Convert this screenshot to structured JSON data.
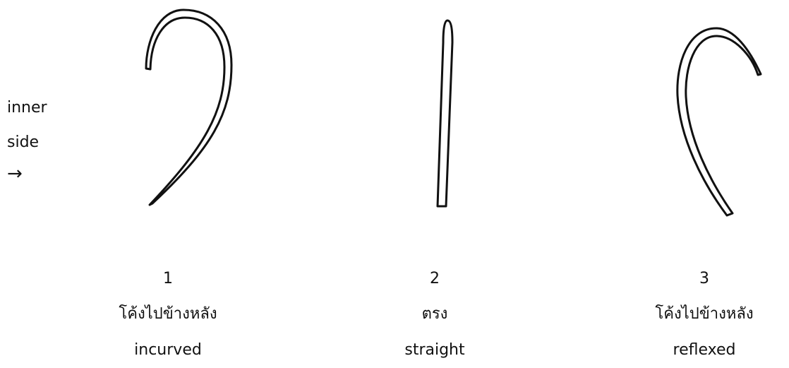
{
  "side_label": {
    "line1": "inner",
    "line2": "side",
    "arrow": "→"
  },
  "items": [
    {
      "number": "1",
      "thai": "โค้งไปข้างหลัง",
      "english": "incurved"
    },
    {
      "number": "2",
      "thai": "ตรง",
      "english": "straight"
    },
    {
      "number": "3",
      "thai": "โค้งไปข้างหลัง",
      "english": "reflexed"
    }
  ]
}
